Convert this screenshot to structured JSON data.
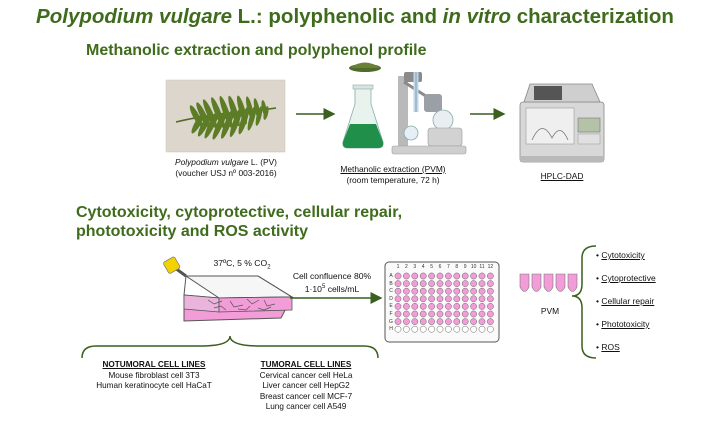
{
  "title": {
    "species": "Polypodium vulgare",
    "mid": " L.: polyphenolic and ",
    "invitro": "in vitro",
    "end": " characterization"
  },
  "section1": {
    "heading": "Methanolic extraction and polyphenol profile",
    "fern_caption_species": "Polypodium vulgare",
    "fern_caption_rest": " L. (PV)",
    "fern_voucher": "(voucher USJ  nº 003-2016)",
    "extraction_label": "Methanolic extraction (PVM)",
    "extraction_conditions": "(room temperature, 72 h)",
    "hplc_label": "HPLC-DAD"
  },
  "section2": {
    "heading_line1": "Cytotoxicity, cytoprotective, cellular repair,",
    "heading_line2": "phototoxicity and ROS activity",
    "culture_conditions_pre": "37ºC, 5 % CO",
    "culture_conditions_sub": "2",
    "confluence_line1": "Cell confluence 80%",
    "confluence_line2_pre": "1·10",
    "confluence_line2_sup": "5",
    "confluence_line2_post": " cells/mL",
    "plate_cols": [
      "1",
      "2",
      "3",
      "4",
      "5",
      "6",
      "7",
      "8",
      "9",
      "10",
      "11",
      "12"
    ],
    "plate_rows": [
      "A",
      "B",
      "C",
      "D",
      "E",
      "F",
      "G",
      "H"
    ],
    "pvm_label": "PVM",
    "assays": [
      "Cytotoxicity",
      "Cytoprotective",
      "Cellular repair",
      "Phototoxicity",
      "ROS"
    ],
    "notumoral_heading": "NOTUMORAL CELL LINES",
    "notumoral_lines": [
      "Mouse fibroblast cell 3T3",
      "Human keratinocyte cell HaCaT"
    ],
    "tumoral_heading": "TUMORAL CELL LINES",
    "tumoral_lines": [
      "Cervical cancer cell HeLa",
      "Liver cancer cell HepG2",
      "Breast cancer cell MCF-7",
      "Lung cancer cell A549"
    ]
  },
  "colors": {
    "title_green": "#3f6b1c",
    "arrow_green": "#3a5f1e",
    "pink": "#f29cd8",
    "flask_green": "#1f8f4a"
  }
}
